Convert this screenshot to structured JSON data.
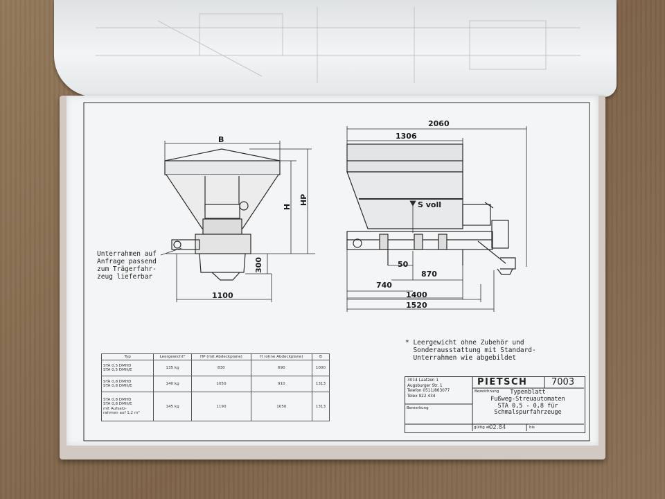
{
  "dimensions": {
    "b": "B",
    "h": "H",
    "hp": "HP",
    "d300": "300",
    "d1100": "1100",
    "d2060": "2060",
    "d1306": "1306",
    "d50": "50",
    "d870": "870",
    "d740": "740",
    "d1400": "1400",
    "d1520": "1520",
    "s_voll": "S voll"
  },
  "notes": {
    "unterrahmen": "Unterrahmen auf\nAnfrage passend\nzum Trägerfahr-\nzeug lieferbar",
    "leergewicht": "* Leergewicht ohne Zubehör und\n  Sonderausstattung mit Standard-\n  Unterrahmen wie abgebildet"
  },
  "table": {
    "headers": [
      "Typ",
      "Leergewicht*",
      "HP (mit Abdeckplane)",
      "H (ohne Abdeckplane)",
      "B"
    ],
    "rows": [
      {
        "typ": "STA 0,5 DMHD\nSTA 0,5 DMH/E",
        "leergewicht": "135 kg",
        "hp": "830",
        "h": "690",
        "b": "1000"
      },
      {
        "typ": "STA 0,8 DMHD\nSTA 0,8 DMH/E",
        "leergewicht": "140 kg",
        "hp": "1050",
        "h": "910",
        "b": "1313"
      },
      {
        "typ": "STA 0,8 DMHD\nSTA 0,8 DMH/E\nmit Aufsatz-\nrahmen auf 1,2 m³",
        "leergewicht": "145 kg",
        "hp": "1190",
        "h": "1050",
        "b": "1313"
      }
    ]
  },
  "titleblock": {
    "address": [
      "3014 Laatzen 1",
      "Augsburger Str. 1",
      "Telefon 0511/863077",
      "Telex 922 434"
    ],
    "company": "PIETSCH",
    "number": "7003",
    "bezeichnung_label": "Bezeichnung",
    "title_lines": [
      "Typenblatt",
      "Fußweg-Streuautomaten",
      "STA 0,5 - 0,8 für",
      "Schmalspurfahrzeuge"
    ],
    "bemerkung_label": "Bemerkung",
    "gueltig_label": "gültig ab",
    "gueltig_value": "02.84",
    "bis_label": "bis"
  }
}
